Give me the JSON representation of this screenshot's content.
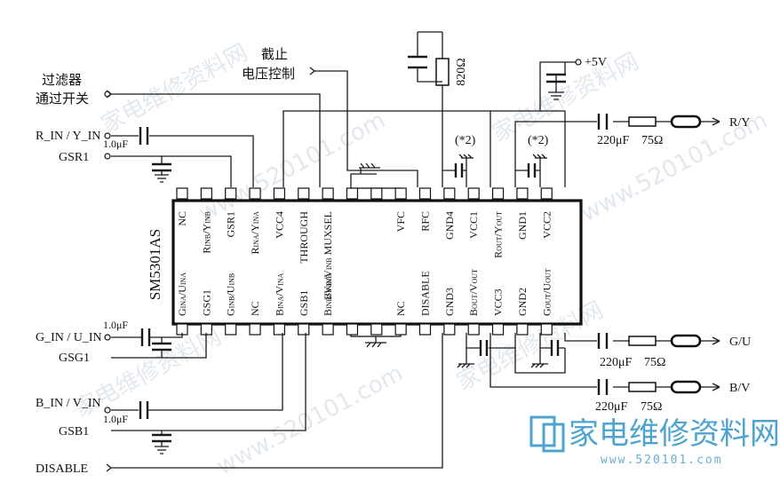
{
  "ic": {
    "part_number": "SM5301AS"
  },
  "pins_top": [
    "NC",
    "R_INB/Y_INB",
    "GSR1",
    "R_INA/Y_INA",
    "VCC4",
    "THROUGH",
    "B_INB/V_INB MUXSEL",
    "",
    "",
    "VFC",
    "RFC",
    "GND4",
    "VCC1",
    "R_OUT/Y_OUT",
    "GND1",
    "VCC2"
  ],
  "pins_bottom": [
    "G_INA/U_INA",
    "GSG1",
    "G_INB/U_INB",
    "NC",
    "B_INA/V_INA",
    "GSB1",
    "B_INB/V_INB",
    "",
    "",
    "NC",
    "DISABLE",
    "GND3",
    "B_OUT/V_OUT",
    "VCC3",
    "GND2",
    "G_OUT/U_OUT"
  ],
  "inputs": {
    "filter_switch_line1": "过滤器",
    "filter_switch_line2": "通过开关",
    "r_in": "R_IN / Y_IN",
    "gsr1": "GSR1",
    "g_in": "G_IN / U_IN",
    "gsg1": "GSG1",
    "b_in": "B_IN / V_IN",
    "gsb1": "GSB1",
    "disable": "DISABLE",
    "cutoff_line1": "截止",
    "cutoff_line2": "电压控制"
  },
  "components": {
    "coupling_cap": "1.0μF",
    "out_cap": "220μF",
    "out_res": "75Ω",
    "vfc_res": "820Ω",
    "supply": "+5V",
    "note": "(*2)"
  },
  "outputs": {
    "r": "R/Y",
    "g": "G/U",
    "b": "B/V"
  },
  "watermarks": [
    "家电维修资料网",
    "www.520101.com"
  ],
  "brand": {
    "name": "家电维修资料网",
    "url": "www.520101.com"
  }
}
